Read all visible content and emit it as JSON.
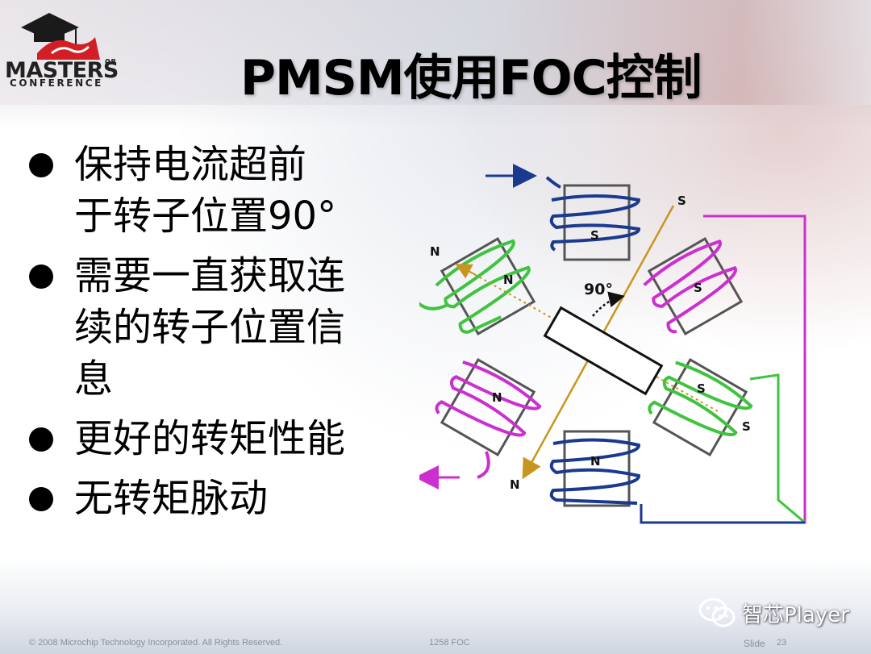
{
  "brand": {
    "masters": "MASTERS",
    "year": "08",
    "conference": "CONFERENCE"
  },
  "slide": {
    "title": "PMSM使用FOC控制",
    "bullets": [
      {
        "lines": [
          "保持电流超前",
          "于转子位置90°"
        ]
      },
      {
        "lines": [
          "需要一直获取连",
          "续的转子位置信",
          "息"
        ]
      },
      {
        "lines": [
          "更好的转矩性能"
        ]
      },
      {
        "lines": [
          "无转矩脉动"
        ]
      }
    ]
  },
  "diagram": {
    "labels": {
      "s_top_axis": "S",
      "s_top_pole": "S",
      "n_left_outer": "N",
      "n_left_pole": "N",
      "angle": "90°",
      "s_right_upper": "S",
      "s_right_lower": "S",
      "s_right_outer": "S",
      "n_lower_left": "N",
      "n_bottom_pole": "N",
      "n_bottom_axis": "N"
    },
    "colors": {
      "blue": "#1a3a8f",
      "green": "#3ec43e",
      "magenta": "#cc2fd0",
      "axis": "#c8961e",
      "outline": "#555555"
    }
  },
  "footer": {
    "copyright": "© 2008 Microchip Technology Incorporated. All Rights Reserved.",
    "session": "1258 FOC",
    "slide_label": "Slide",
    "slide_number": "23"
  },
  "watermark": {
    "text": "智芯Player",
    "icon": "wechat-icon"
  }
}
